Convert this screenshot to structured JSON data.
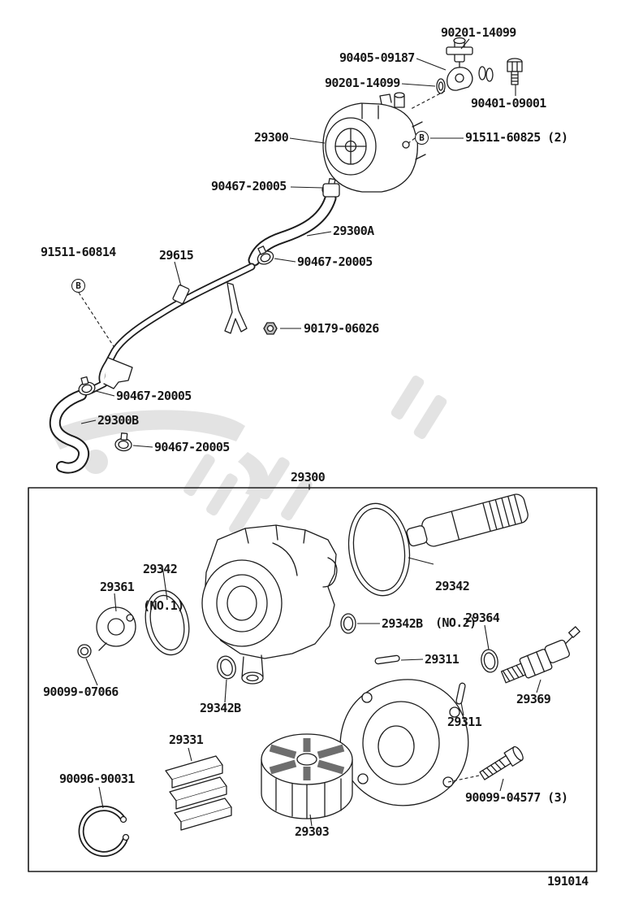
{
  "colors": {
    "line": "#1c1c1c",
    "background": "#ffffff",
    "watermark": "#c9c9c9"
  },
  "top_section": {
    "labels": [
      {
        "id": "90201-14099-a",
        "text": "90201-14099"
      },
      {
        "id": "90405-09187",
        "text": "90405-09187"
      },
      {
        "id": "90201-14099-b",
        "text": "90201-14099"
      },
      {
        "id": "90401-09001",
        "text": "90401-09001"
      },
      {
        "id": "29300-top",
        "text": "29300"
      },
      {
        "id": "91511-60825",
        "text": "91511-60825 (2)"
      },
      {
        "id": "90467-20005-a",
        "text": "90467-20005"
      },
      {
        "id": "29300A",
        "text": "29300A"
      },
      {
        "id": "91511-60814",
        "text": "91511-60814"
      },
      {
        "id": "29615",
        "text": "29615"
      },
      {
        "id": "90467-20005-b",
        "text": "90467-20005"
      },
      {
        "id": "90179-06026",
        "text": "90179-06026"
      },
      {
        "id": "90467-20005-c",
        "text": "90467-20005"
      },
      {
        "id": "29300B",
        "text": "29300B"
      },
      {
        "id": "90467-20005-d",
        "text": "90467-20005"
      }
    ],
    "callouts": [
      {
        "letter": "B"
      },
      {
        "letter": "B"
      }
    ]
  },
  "lower_section": {
    "title": "29300",
    "labels": [
      {
        "id": "29342-no1",
        "text": "29342",
        "sub": "(NO.1)"
      },
      {
        "id": "29361",
        "text": "29361"
      },
      {
        "id": "29342-no2",
        "text": "29342",
        "sub": "(NO.2)"
      },
      {
        "id": "29342B-a",
        "text": "29342B"
      },
      {
        "id": "29364",
        "text": "29364"
      },
      {
        "id": "29311-a",
        "text": "29311"
      },
      {
        "id": "90099-07066",
        "text": "90099-07066"
      },
      {
        "id": "29369",
        "text": "29369"
      },
      {
        "id": "29342B-b",
        "text": "29342B"
      },
      {
        "id": "29311-b",
        "text": "29311"
      },
      {
        "id": "29331",
        "text": "29331"
      },
      {
        "id": "90096-90031",
        "text": "90096-90031"
      },
      {
        "id": "90099-04577",
        "text": "90099-04577 (3)"
      },
      {
        "id": "29303",
        "text": "29303"
      }
    ]
  },
  "footer": {
    "doc_number": "191014"
  }
}
